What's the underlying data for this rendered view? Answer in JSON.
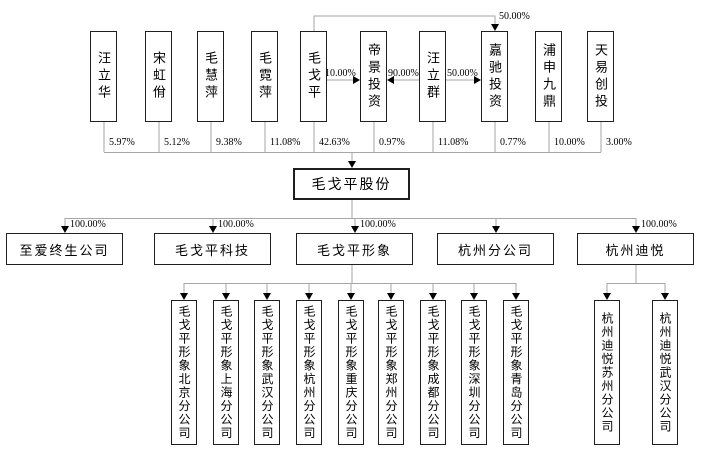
{
  "company": {
    "name": "毛戈平股份"
  },
  "shareholders": [
    {
      "name": "汪立华",
      "pct": "5.97%"
    },
    {
      "name": "宋虹佾",
      "pct": "5.12%"
    },
    {
      "name": "毛慧萍",
      "pct": "9.38%"
    },
    {
      "name": "毛霓萍",
      "pct": "11.08%"
    },
    {
      "name": "毛戈平",
      "pct": "42.63%"
    },
    {
      "name": "帝景投资",
      "pct": "0.97%"
    },
    {
      "name": "汪立群",
      "pct": "11.08%"
    },
    {
      "name": "嘉驰投资",
      "pct": "0.77%"
    },
    {
      "name": "浦申九鼎",
      "pct": "10.00%"
    },
    {
      "name": "天易创投",
      "pct": "3.00%"
    }
  ],
  "cross_holdings": [
    {
      "from": "毛戈平",
      "to": "帝景投资",
      "pct": "10.00%"
    },
    {
      "from": "汪立群",
      "to": "帝景投资",
      "pct": "90.00%"
    },
    {
      "from": "汪立群",
      "to": "嘉驰投资",
      "pct": "50.00%"
    },
    {
      "from": "毛戈平",
      "to": "嘉驰投资",
      "pct": "50.00%"
    }
  ],
  "subsidiaries": [
    {
      "name": "至爱终生公司",
      "pct": "100.00%"
    },
    {
      "name": "毛戈平科技",
      "pct": "100.00%"
    },
    {
      "name": "毛戈平形象",
      "pct": "100.00%"
    },
    {
      "name": "杭州分公司",
      "pct": ""
    },
    {
      "name": "杭州迪悦",
      "pct": "100.00%"
    }
  ],
  "xingxiang_branches": [
    {
      "name": "毛戈平形象北京分公司"
    },
    {
      "name": "毛戈平形象上海分公司"
    },
    {
      "name": "毛戈平形象武汉分公司"
    },
    {
      "name": "毛戈平形象杭州分公司"
    },
    {
      "name": "毛戈平形象重庆分公司"
    },
    {
      "name": "毛戈平形象郑州分公司"
    },
    {
      "name": "毛戈平形象成都分公司"
    },
    {
      "name": "毛戈平形象深圳分公司"
    },
    {
      "name": "毛戈平形象青岛分公司"
    }
  ],
  "diyue_branches": [
    {
      "name": "杭州迪悦苏州分公司"
    },
    {
      "name": "杭州迪悦武汉分公司"
    }
  ],
  "colors": {
    "background": "#ffffff",
    "line": "#a6a6a6",
    "box_border": "#1f1f1f",
    "arrowhead": "#000000",
    "text": "#000000"
  }
}
